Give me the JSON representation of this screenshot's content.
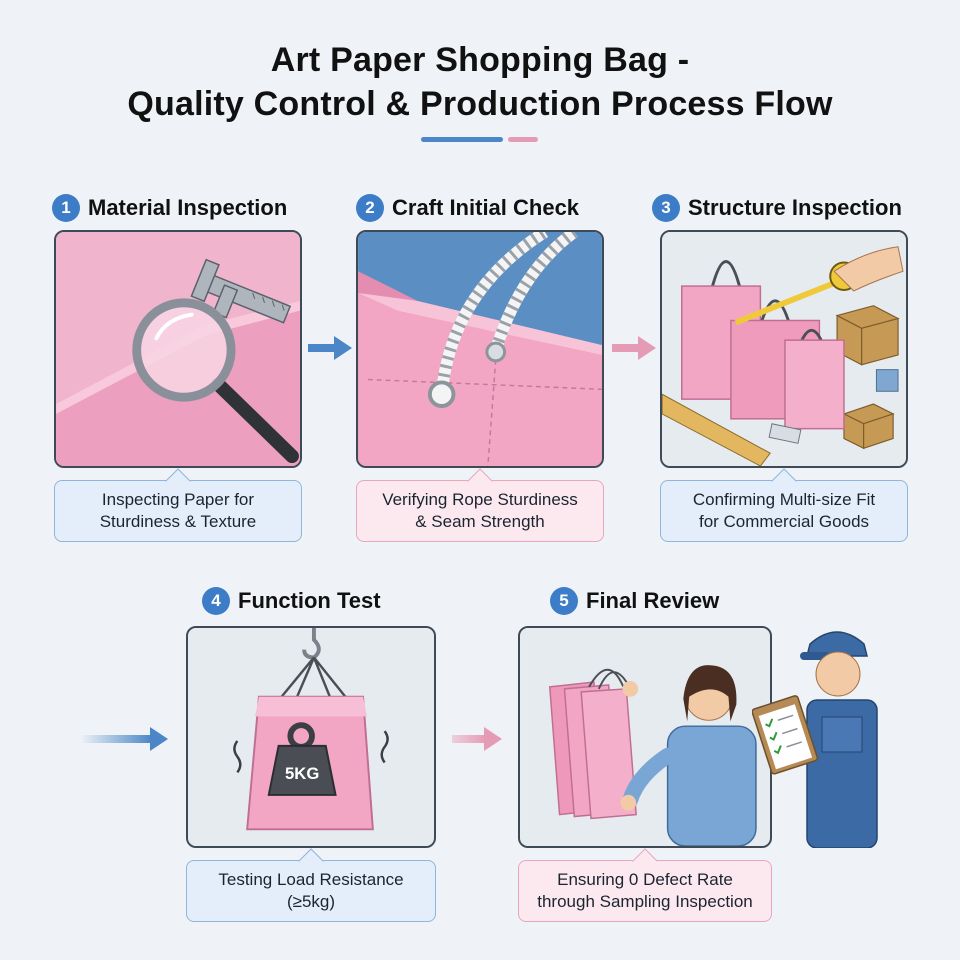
{
  "title_line1": "Art Paper Shopping Bag -",
  "title_line2": "Quality Control & Production Process Flow",
  "colors": {
    "blue": "#3d7cc6",
    "pink": "#e69bb5",
    "bag_pink": "#f2a6c4",
    "background": "#eff3f7"
  },
  "steps": [
    {
      "number": "1",
      "title": "Material Inspection",
      "caption_line1": "Inspecting Paper for",
      "caption_line2": "Sturdiness & Texture",
      "icon": "magnifying-glass-caliper"
    },
    {
      "number": "2",
      "title": "Craft Initial Check",
      "caption_line1": "Verifying Rope Sturdiness",
      "caption_line2": "& Seam Strength",
      "icon": "rope-handle-eyelet"
    },
    {
      "number": "3",
      "title": "Structure Inspection",
      "caption_line1": "Confirming Multi-size Fit",
      "caption_line2": "for Commercial Goods",
      "icon": "bags-tape-measure-boxes"
    },
    {
      "number": "4",
      "title": "Function Test",
      "caption_line1": "Testing Load Resistance",
      "caption_line2": "(≥5kg)",
      "icon": "hanging-bag-weight",
      "weight_label": "5KG"
    },
    {
      "number": "5",
      "title": "Final Review",
      "caption_line1": "Ensuring 0 Defect Rate",
      "caption_line2": "through Sampling Inspection",
      "icon": "workers-clipboard"
    }
  ]
}
